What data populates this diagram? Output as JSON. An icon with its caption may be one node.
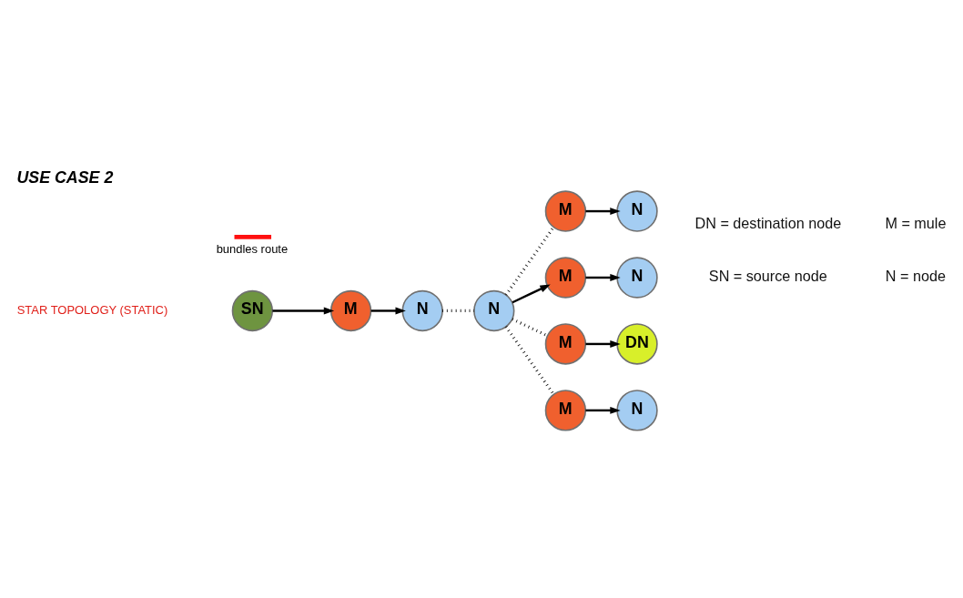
{
  "diagram": {
    "title": "USE CASE 2",
    "nodes": [
      {
        "text": [
          "SN"
        ]
      },
      {
        "text": [
          "M"
        ]
      },
      {
        "text": [
          "N"
        ]
      },
      {
        "text": [
          "N"
        ]
      },
      {
        "text": [
          "M"
        ]
      },
      {
        "text": [
          "N"
        ]
      },
      {
        "text": [
          "M"
        ]
      },
      {
        "text": [
          "N"
        ]
      },
      {
        "text": [
          "M"
        ]
      },
      {
        "text": [
          "DN"
        ]
      },
      {
        "text": [
          "M"
        ]
      },
      {
        "text": [
          "N"
        ]
      }
    ],
    "edges": [
      {
        "from": 0,
        "to": 1,
        "arrow": "to"
      },
      {
        "from": 1,
        "to": 2,
        "arrow": "to"
      },
      {
        "from": 2,
        "to": 3,
        "arrow": "none",
        "style": "dashed"
      },
      {
        "from": 3,
        "to": 4,
        "arrow": "none",
        "style": "dashed"
      },
      {
        "from": 4,
        "to": 5,
        "arrow": "to"
      },
      {
        "from": 3,
        "to": 6,
        "arrow": "to"
      },
      {
        "from": 6,
        "to": 7,
        "arrow": "to"
      },
      {
        "from": 3,
        "to": 8,
        "arrow": "none",
        "style": "dashed"
      },
      {
        "from": 8,
        "to": 9,
        "arrow": "to"
      },
      {
        "from": 3,
        "to": 10,
        "arrow": "none",
        "style": "dashed"
      },
      {
        "from": 10,
        "to": 11,
        "arrow": "to"
      }
    ],
    "labels": [
      "STAR TOPOLOGY (STATIC)",
      "SN = source node",
      "N = node",
      "DN = destination node",
      "M = mule"
    ],
    "legend": [
      {
        "text": "bundles route"
      }
    ]
  }
}
